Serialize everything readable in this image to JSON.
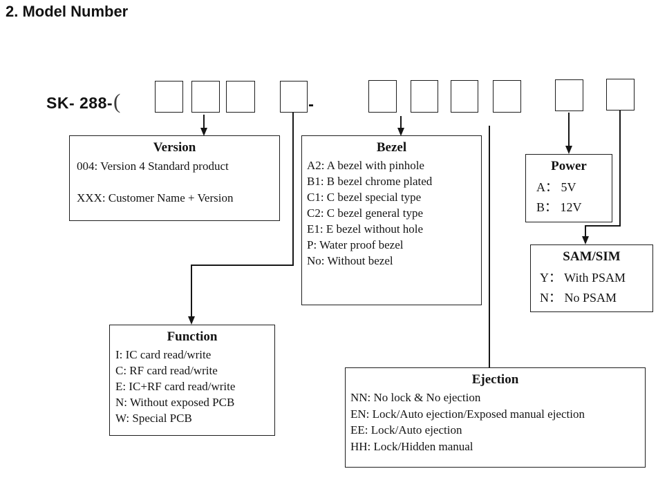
{
  "page": {
    "title": "2. Model Number"
  },
  "model": {
    "prefix": "SK- 288-",
    "open_paren": "(",
    "separator": "-"
  },
  "groups": {
    "version": {
      "title": "Version",
      "items": [
        "004: Version 4 Standard product",
        "XXX: Customer Name + Version"
      ]
    },
    "bezel": {
      "title": "Bezel",
      "items": [
        "A2: A bezel with pinhole",
        "B1: B bezel chrome plated",
        "C1: C bezel special type",
        "C2: C bezel general type",
        "E1: E bezel without hole",
        "P: Water proof bezel",
        "No: Without bezel"
      ]
    },
    "function": {
      "title": "Function",
      "items": [
        "I: IC card read/write",
        "C: RF card read/write",
        "E: IC+RF card read/write",
        "N: Without exposed PCB",
        "W: Special PCB"
      ]
    },
    "power": {
      "title": "Power",
      "items": [
        "A： 5V",
        "B： 12V"
      ]
    },
    "sam_sim": {
      "title": "SAM/SIM",
      "items": [
        "Y： With PSAM",
        "N： No PSAM"
      ]
    },
    "ejection": {
      "title": "Ejection",
      "items": [
        "NN: No lock & No ejection",
        "EN: Lock/Auto ejection/Exposed manual ejection",
        "EE: Lock/Auto ejection",
        "HH: Lock/Hidden manual"
      ]
    }
  }
}
